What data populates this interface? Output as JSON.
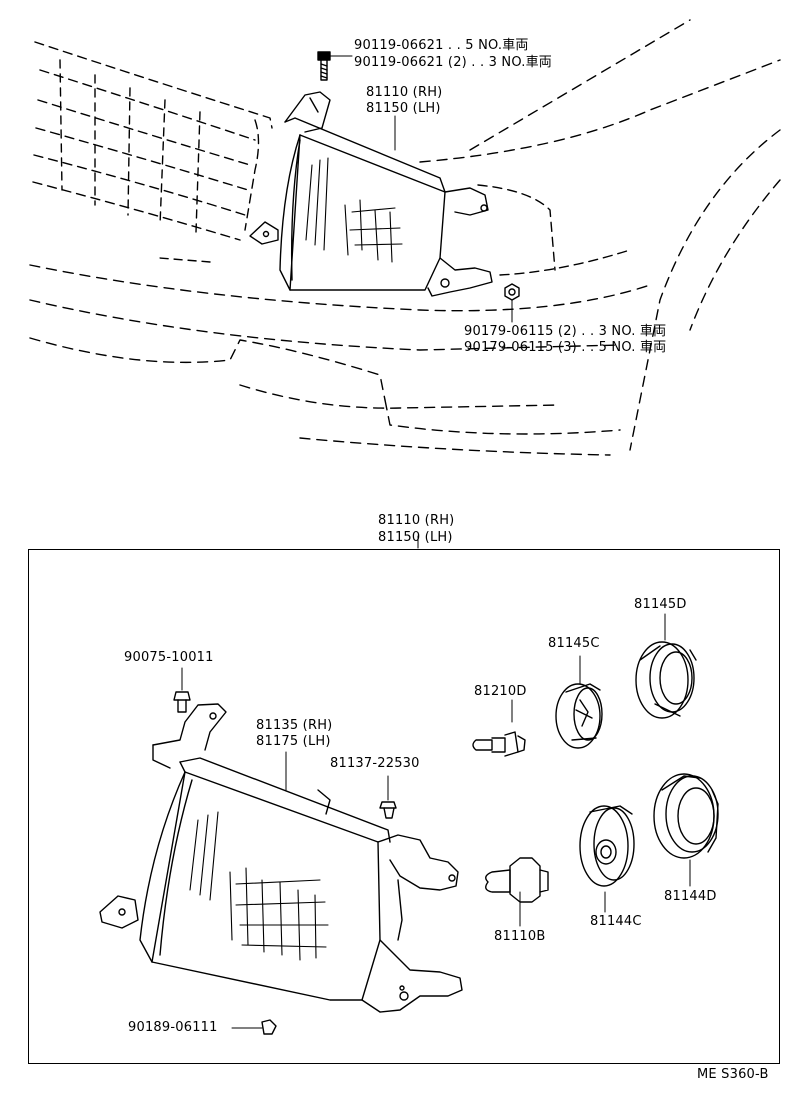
{
  "diagram": {
    "top_section": {
      "bolt_note_line1": "90119-06621 . . 5 NO.車両",
      "bolt_note_line2": "90119-06621 (2) . . 3 NO.車両",
      "headlamp_rh": "81110 (RH)",
      "headlamp_lh": "81150 (LH)",
      "nut_note_line1": "90179-06115 (2) . . 3 NO. 車両",
      "nut_note_line2": "90179-06115 (3) . . 5 NO. 車両"
    },
    "box_section": {
      "box_title_rh": "81110 (RH)",
      "box_title_lh": "81150 (LH)",
      "screw": "90075-10011",
      "lens_rh": "81135 (RH)",
      "lens_lh": "81175 (LH)",
      "clip": "81137-22530",
      "bulb_small": "81210D",
      "socket_c": "81145C",
      "socket_d": "81145D",
      "bulb_main": "81110B",
      "cover_c": "81144C",
      "cover_d": "81144D",
      "nut": "90189-06111"
    },
    "figure_code": "ME S360-B"
  }
}
